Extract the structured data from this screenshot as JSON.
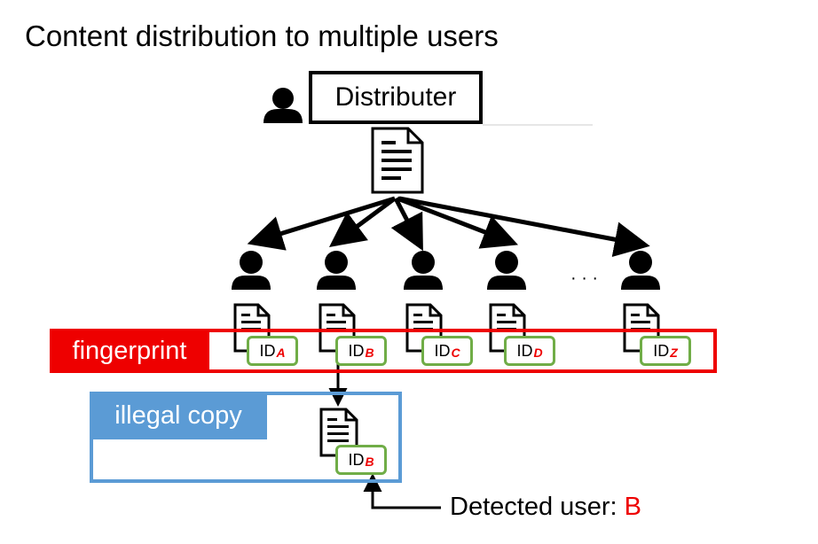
{
  "title": "Content distribution to multiple users",
  "distributer": {
    "label": "Distributer"
  },
  "fingerprint": {
    "label": "fingerprint"
  },
  "illegal_copy": {
    "label": "illegal copy"
  },
  "ellipsis": "· · ·",
  "users": [
    {
      "id": "A",
      "prefix": "ID",
      "sub": "A"
    },
    {
      "id": "B",
      "prefix": "ID",
      "sub": "B"
    },
    {
      "id": "C",
      "prefix": "ID",
      "sub": "C"
    },
    {
      "id": "D",
      "prefix": "ID",
      "sub": "D"
    },
    {
      "id": "Z",
      "prefix": "ID",
      "sub": "Z"
    }
  ],
  "copy_tag": {
    "prefix": "ID",
    "sub": "B"
  },
  "detected": {
    "label": "Detected user:",
    "user": "B"
  },
  "colors": {
    "fingerprint": "#ee0000",
    "illegal_copy": "#5b9bd5",
    "id_border": "#70ad47",
    "highlight": "#ee0000"
  },
  "icons": {
    "person": "person-icon",
    "document": "document-icon"
  }
}
